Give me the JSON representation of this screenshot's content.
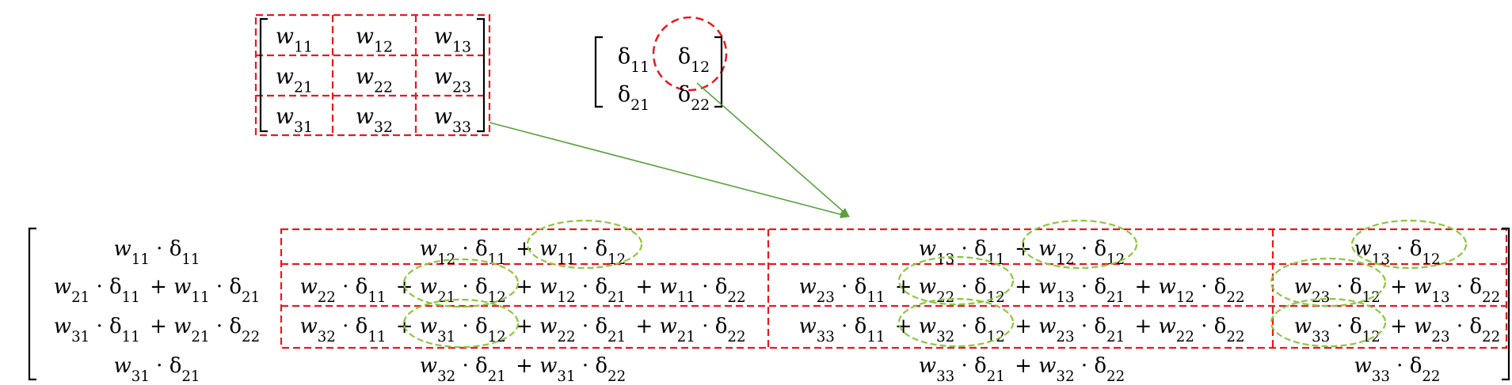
{
  "weight_matrix": {
    "rows": [
      [
        "w11",
        "w12",
        "w13"
      ],
      [
        "w21",
        "w22",
        "w23"
      ],
      [
        "w31",
        "w32",
        "w33"
      ]
    ]
  },
  "delta_matrix": {
    "rows": [
      [
        "δ11",
        "δ12"
      ],
      [
        "δ21",
        "δ22"
      ]
    ],
    "highlighted": "δ12"
  },
  "result_matrix": {
    "rows": [
      [
        [
          [
            "w11",
            "δ11"
          ]
        ],
        [
          [
            "w12",
            "δ11"
          ],
          [
            "w11",
            "δ12"
          ]
        ],
        [
          [
            "w13",
            "δ11"
          ],
          [
            "w12",
            "δ12"
          ]
        ],
        [
          [
            "w13",
            "δ12"
          ]
        ]
      ],
      [
        [
          [
            "w21",
            "δ11"
          ],
          [
            "w11",
            "δ21"
          ]
        ],
        [
          [
            "w22",
            "δ11"
          ],
          [
            "w21",
            "δ12"
          ],
          [
            "w12",
            "δ21"
          ],
          [
            "w11",
            "δ22"
          ]
        ],
        [
          [
            "w23",
            "δ11"
          ],
          [
            "w22",
            "δ12"
          ],
          [
            "w13",
            "δ21"
          ],
          [
            "w12",
            "δ22"
          ]
        ],
        [
          [
            "w23",
            "δ12"
          ],
          [
            "w13",
            "δ22"
          ]
        ]
      ],
      [
        [
          [
            "w31",
            "δ11"
          ],
          [
            "w21",
            "δ22"
          ]
        ],
        [
          [
            "w32",
            "δ11"
          ],
          [
            "w31",
            "δ12"
          ],
          [
            "w22",
            "δ21"
          ],
          [
            "w21",
            "δ22"
          ]
        ],
        [
          [
            "w33",
            "δ11"
          ],
          [
            "w32",
            "δ12"
          ],
          [
            "w23",
            "δ21"
          ],
          [
            "w22",
            "δ22"
          ]
        ],
        [
          [
            "w33",
            "δ12"
          ],
          [
            "w23",
            "δ22"
          ]
        ]
      ],
      [
        [
          [
            "w31",
            "δ21"
          ]
        ],
        [
          [
            "w32",
            "δ21"
          ],
          [
            "w31",
            "δ22"
          ]
        ],
        [
          [
            "w33",
            "δ21"
          ],
          [
            "w32",
            "δ22"
          ]
        ],
        [
          [
            "w33",
            "δ22"
          ]
        ]
      ]
    ]
  },
  "colors": {
    "box": "#e8191e",
    "ellipse": "#8cc63f",
    "arrow": "#5aa03c",
    "text": "#000000"
  }
}
